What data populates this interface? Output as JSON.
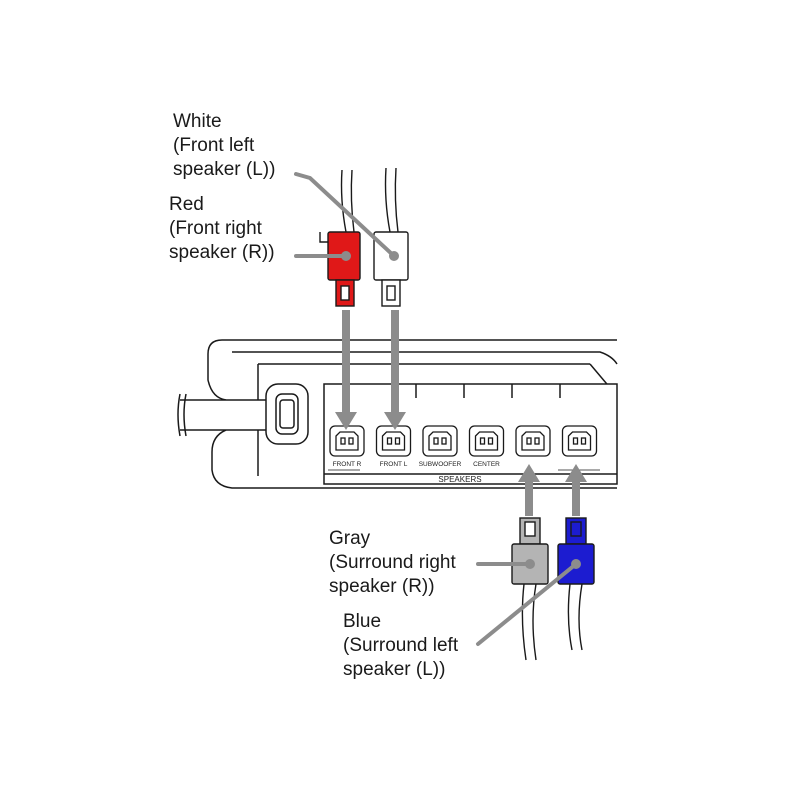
{
  "callouts": {
    "white": {
      "lines": [
        "White",
        "(Front left",
        "speaker (L))"
      ],
      "color": "#ffffff"
    },
    "red": {
      "lines": [
        "Red",
        "(Front right",
        "speaker (R))"
      ],
      "color": "#e01818"
    },
    "gray": {
      "lines": [
        "Gray",
        "(Surround right",
        "speaker (R))"
      ],
      "color": "#b4b4b4"
    },
    "blue": {
      "lines": [
        "Blue",
        "(Surround left",
        "speaker (L))"
      ],
      "color": "#1c1cd0"
    }
  },
  "panel": {
    "group_label": "SPEAKERS",
    "ports": [
      "FRONT R",
      "FRONT L",
      "SUBWOOFER",
      "CENTER",
      "",
      ""
    ]
  },
  "colors": {
    "arrow": "#8c8c8c",
    "leader": "#8c8c8c",
    "outline": "#1a1a1a"
  }
}
